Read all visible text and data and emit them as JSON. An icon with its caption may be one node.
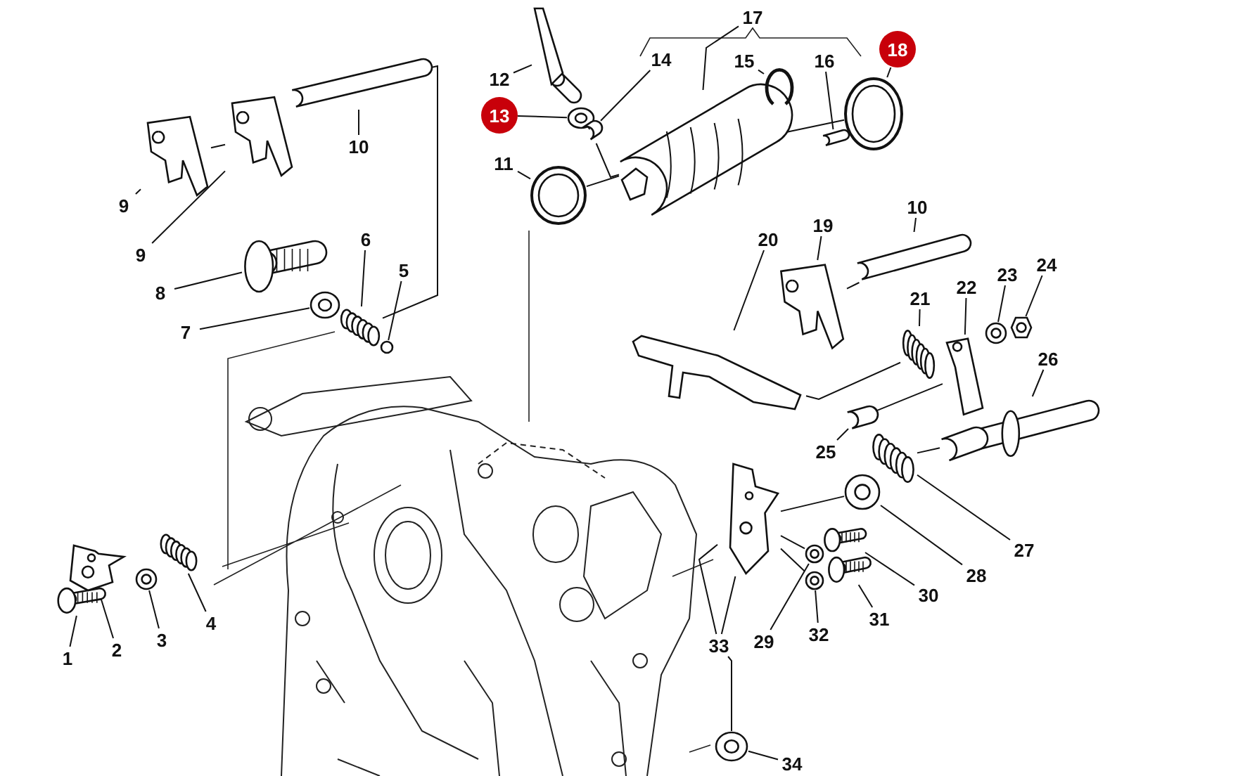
{
  "diagram": {
    "nodes": [
      {
        "text": [
          "12"
        ]
      },
      {
        "text": [],
        "shape": "picture"
      },
      {
        "text": [
          "13"
        ]
      },
      {
        "text": [],
        "shape": "picture"
      },
      {
        "text": [
          "14"
        ]
      },
      {
        "text": [],
        "shape": "picture"
      },
      {
        "text": [
          "17"
        ]
      },
      {
        "text": [],
        "shape": "picture"
      },
      {
        "text": [
          "15"
        ]
      },
      {
        "text": [],
        "shape": "picture"
      },
      {
        "text": [
          "16"
        ]
      },
      {
        "text": [],
        "shape": "picture"
      },
      {
        "text": [
          "18"
        ]
      },
      {
        "text": [],
        "shape": "picture"
      },
      {
        "text": [
          "11"
        ]
      },
      {
        "text": [],
        "shape": "picture"
      },
      {
        "text": [
          "10"
        ]
      },
      {
        "text": [],
        "shape": "picture"
      },
      {
        "text": [
          "9"
        ]
      },
      {
        "text": [],
        "shape": "picture"
      },
      {
        "text": [
          "9"
        ]
      },
      {
        "text": [],
        "shape": "picture"
      },
      {
        "text": [
          "8"
        ]
      },
      {
        "text": [],
        "shape": "picture"
      },
      {
        "text": [
          "6"
        ]
      },
      {
        "text": [],
        "shape": "picture"
      },
      {
        "text": [
          "5"
        ]
      },
      {
        "text": [],
        "shape": "circle"
      },
      {
        "text": [
          "7"
        ]
      },
      {
        "text": [],
        "shape": "picture"
      },
      {
        "text": [
          "20"
        ]
      },
      {
        "text": [],
        "shape": "picture"
      },
      {
        "text": [
          "19"
        ]
      },
      {
        "text": [],
        "shape": "picture"
      },
      {
        "text": [
          "10"
        ]
      },
      {
        "text": [],
        "shape": "picture"
      },
      {
        "text": [
          "21"
        ]
      },
      {
        "text": [],
        "shape": "picture"
      },
      {
        "text": [
          "22"
        ]
      },
      {
        "text": [],
        "shape": "picture"
      },
      {
        "text": [
          "23"
        ]
      },
      {
        "text": [],
        "shape": "picture"
      },
      {
        "text": [
          "24"
        ]
      },
      {
        "text": [],
        "shape": "picture"
      },
      {
        "text": [
          "26"
        ]
      },
      {
        "text": [],
        "shape": "picture"
      },
      {
        "text": [
          "25"
        ]
      },
      {
        "text": [],
        "shape": "picture"
      },
      {
        "text": [
          "1"
        ]
      },
      {
        "text": [],
        "shape": "picture"
      },
      {
        "text": [
          "2"
        ]
      },
      {
        "text": [],
        "shape": "picture"
      },
      {
        "text": [
          "3"
        ]
      },
      {
        "text": [],
        "shape": "picture"
      },
      {
        "text": [
          "4"
        ]
      },
      {
        "text": [],
        "shape": "picture"
      },
      {
        "text": [
          "27"
        ]
      },
      {
        "text": [],
        "shape": "picture"
      },
      {
        "text": [
          "28"
        ]
      },
      {
        "text": [],
        "shape": "picture"
      },
      {
        "text": [
          "30"
        ]
      },
      {
        "text": [],
        "shape": "picture"
      },
      {
        "text": [
          "31"
        ]
      },
      {
        "text": [],
        "shape": "picture"
      },
      {
        "text": [
          "32"
        ]
      },
      {
        "text": [],
        "shape": "picture"
      },
      {
        "text": [
          "29"
        ]
      },
      {
        "text": [],
        "shape": "picture"
      },
      {
        "text": [
          "33"
        ]
      },
      {
        "text": [],
        "shape": "picture"
      },
      {
        "text": [
          "34"
        ]
      },
      {
        "text": [],
        "shape": "picture"
      }
    ],
    "edges": [
      {
        "from": 0,
        "to": 1,
        "arrow": "none"
      },
      {
        "from": 2,
        "to": 3,
        "arrow": "none"
      },
      {
        "from": 4,
        "to": 5,
        "arrow": "none"
      },
      {
        "from": 6,
        "to": 7,
        "arrow": "none"
      },
      {
        "from": 8,
        "to": 9,
        "arrow": "none"
      },
      {
        "from": 10,
        "to": 11,
        "arrow": "none"
      },
      {
        "from": 12,
        "to": 13,
        "arrow": "none"
      },
      {
        "from": 14,
        "to": 15,
        "arrow": "none"
      },
      {
        "from": 16,
        "to": 17,
        "arrow": "none"
      },
      {
        "from": 18,
        "to": 19,
        "arrow": "none"
      },
      {
        "from": 20,
        "to": 21,
        "arrow": "none"
      },
      {
        "from": 22,
        "to": 23,
        "arrow": "none"
      },
      {
        "from": 24,
        "to": 25,
        "arrow": "none"
      },
      {
        "from": 26,
        "to": 27,
        "arrow": "none"
      },
      {
        "from": 28,
        "to": 29,
        "arrow": "none"
      },
      {
        "from": 30,
        "to": 31,
        "arrow": "none"
      },
      {
        "from": 32,
        "to": 33,
        "arrow": "none"
      },
      {
        "from": 34,
        "to": 35,
        "arrow": "none"
      },
      {
        "from": 36,
        "to": 37,
        "arrow": "none"
      },
      {
        "from": 38,
        "to": 39,
        "arrow": "none"
      },
      {
        "from": 40,
        "to": 41,
        "arrow": "none"
      },
      {
        "from": 42,
        "to": 43,
        "arrow": "none"
      },
      {
        "from": 44,
        "to": 45,
        "arrow": "none"
      },
      {
        "from": 46,
        "to": 47,
        "arrow": "none"
      },
      {
        "from": 48,
        "to": 49,
        "arrow": "none"
      },
      {
        "from": 50,
        "to": 51,
        "arrow": "none"
      },
      {
        "from": 52,
        "to": 53,
        "arrow": "none"
      },
      {
        "from": 54,
        "to": 55,
        "arrow": "none"
      },
      {
        "from": 56,
        "to": 57,
        "arrow": "none"
      },
      {
        "from": 58,
        "to": 59,
        "arrow": "none"
      },
      {
        "from": 60,
        "to": 61,
        "arrow": "none"
      },
      {
        "from": 62,
        "to": 63,
        "arrow": "none"
      },
      {
        "from": 64,
        "to": 65,
        "arrow": "none"
      },
      {
        "from": 66,
        "to": 67,
        "arrow": "none"
      },
      {
        "from": 68,
        "to": 69,
        "arrow": "none"
      },
      {
        "from": 70,
        "to": 71,
        "arrow": "none"
      },
      {
        "from": 68,
        "to": 69,
        "arrow": "none"
      },
      {
        "from": 17,
        "to": 25,
        "arrow": "none"
      },
      {
        "from": 69,
        "to": 59,
        "arrow": "none"
      },
      {
        "from": 7,
        "to": 13,
        "arrow": "none"
      },
      {
        "from": 31,
        "to": 37,
        "arrow": "none"
      },
      {
        "from": 39,
        "to": 47,
        "arrow": "none"
      },
      {
        "from": 19,
        "to": 21,
        "arrow": "none"
      },
      {
        "from": 3,
        "to": 5,
        "arrow": "none"
      },
      {
        "from": 5,
        "to": 7,
        "arrow": "none"
      },
      {
        "from": 45,
        "to": 57,
        "arrow": "none"
      },
      {
        "from": 33,
        "to": 35,
        "arrow": "none"
      },
      {
        "from": 69,
        "to": 67,
        "arrow": "none"
      },
      {
        "from": 69,
        "to": 65,
        "arrow": "none"
      },
      {
        "from": 68,
        "to": 71,
        "arrow": "none"
      },
      {
        "from": 15,
        "to": 7,
        "arrow": "none"
      }
    ]
  }
}
